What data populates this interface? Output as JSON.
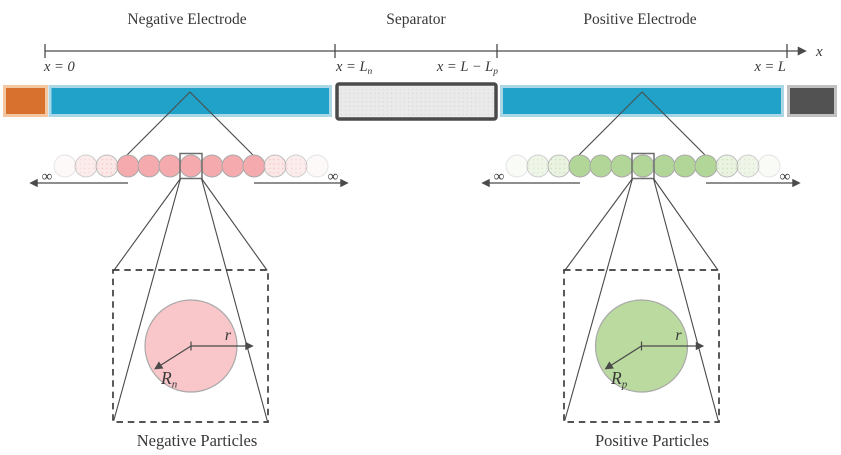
{
  "colors": {
    "electrode_blue": "#21a3c9",
    "electrode_blue_border": "#abd6e6",
    "collector_orange": "#d8702e",
    "collector_orange_border": "#f3c8a3",
    "collector_gray": "#525252",
    "collector_gray_border": "#c1c1c1",
    "separator_fill": "#eaeaea",
    "separator_dot": "#cfcfcf",
    "separator_border": "#4a4a4a",
    "negative_particle": "#f5abae",
    "negative_particle_light": "#fdeeee",
    "negative_dot_base": "#fbdfe0",
    "negative_big": "#f9c6c9",
    "positive_particle": "#b2d697",
    "positive_particle_light": "#eef5e6",
    "positive_dot_base": "#e3efd8",
    "positive_big": "#bada9f",
    "line": "#4a4a4a",
    "text": "#383838",
    "circle_stroke": "#a9a9a9"
  },
  "titles": {
    "negative": "Negative Electrode",
    "separator": "Separator",
    "positive": "Positive Electrode"
  },
  "axis": {
    "arrow_label": "x",
    "x0": "x = 0",
    "xLn_main": "x = L",
    "xLn_sub": "n",
    "xLLp_main": "x = L − L",
    "xLLp_sub": "p",
    "xL": "x = L"
  },
  "particles": {
    "infinity": "∞",
    "negative": {
      "count": 13,
      "opacities": [
        0.3,
        0.55,
        0.75,
        1,
        1,
        1,
        1,
        1,
        1,
        1,
        0.75,
        0.55,
        0.3
      ],
      "dotted": [
        1,
        2,
        10,
        11
      ],
      "faint": [
        0,
        12
      ]
    },
    "positive": {
      "count": 13,
      "opacities": [
        0.3,
        0.55,
        0.75,
        1,
        1,
        1,
        1,
        1,
        1,
        1,
        0.75,
        0.55,
        0.3
      ],
      "dotted": [
        1,
        2,
        10,
        11
      ],
      "faint": [
        0,
        12
      ]
    }
  },
  "zoom_panels": {
    "negative": {
      "r_label": "r",
      "R_main": "R",
      "R_sub": "n",
      "caption": "Negative Particles"
    },
    "positive": {
      "r_label": "r",
      "R_main": "R",
      "R_sub": "p",
      "caption": "Positive Particles"
    }
  }
}
